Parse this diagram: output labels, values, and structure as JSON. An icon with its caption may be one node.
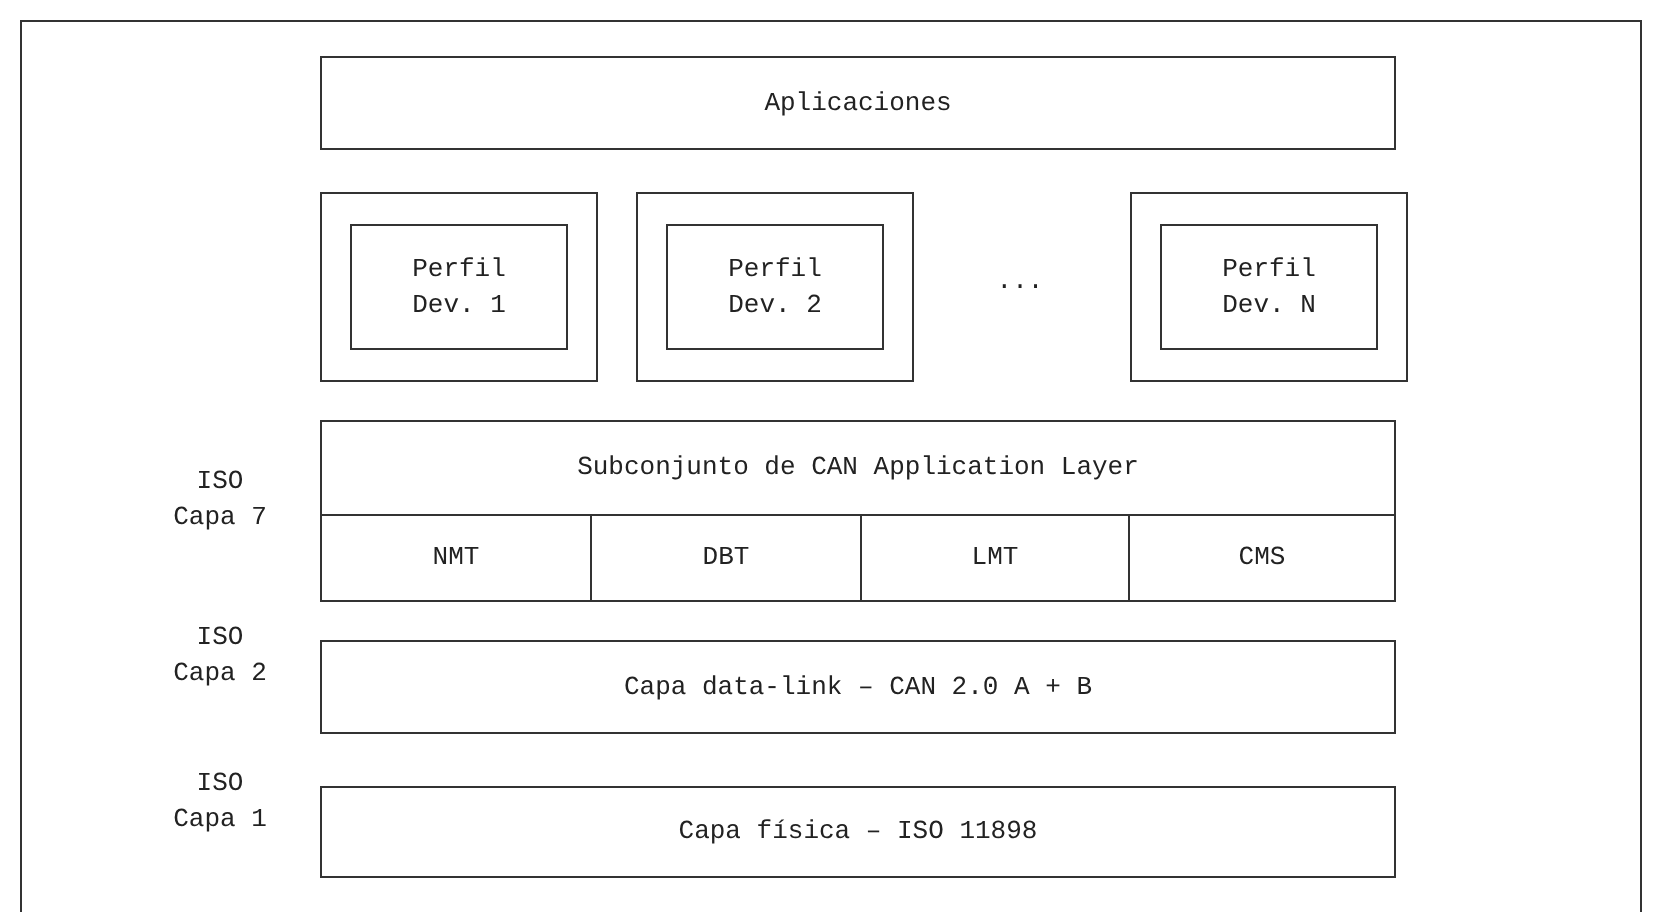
{
  "diagram": {
    "nodes": [
      {
        "text": [
          "Aplicaciones"
        ]
      },
      {
        "text": [],
        "shape": "box"
      },
      {
        "text": [
          "Perfil Dev. 1"
        ],
        "in": 1
      },
      {
        "text": [],
        "shape": "box"
      },
      {
        "text": [
          "Perfil Dev. 2"
        ],
        "in": 3
      },
      {
        "text": [],
        "shape": "box"
      },
      {
        "text": [
          "Perfil Dev. N"
        ],
        "in": 5
      },
      {
        "text": [
          "Subconjunto de CAN Application Layer"
        ]
      },
      {
        "text": [
          "NMT"
        ]
      },
      {
        "text": [
          "DBT"
        ]
      },
      {
        "text": [
          "LMT"
        ]
      },
      {
        "text": [
          "CMS"
        ]
      },
      {
        "text": [
          "Capa data-link – CAN 2.0 A + B"
        ]
      },
      {
        "text": [
          "Capa física – ISO 11898"
        ]
      }
    ],
    "labels": [
      "...",
      "ISO Capa 7",
      "ISO Capa 2",
      "ISO Capa 1"
    ]
  }
}
